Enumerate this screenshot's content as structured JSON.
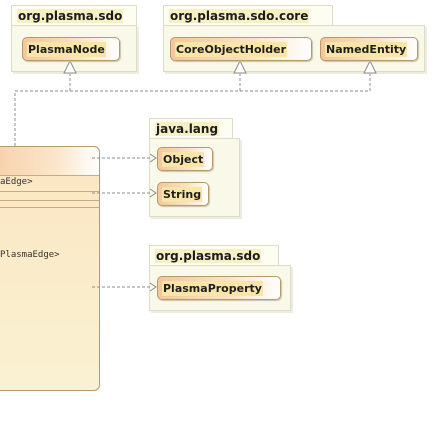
{
  "packages": {
    "pkg1": {
      "name": "org.plasma.sdo"
    },
    "pkg2": {
      "name": "org.plasma.sdo.core"
    },
    "pkg3": {
      "name": "java.lang"
    },
    "pkg4": {
      "name": "org.plasma.sdo"
    }
  },
  "classes": {
    "plasma_node": "PlasmaNode",
    "core_object_holder": "CoreObjectHolder",
    "named_entity": "NamedEntity",
    "object": "Object",
    "string": "String",
    "plasma_property": "PlasmaProperty"
  },
  "main_class": {
    "attr1": "aEdge>",
    "attr2": "PlasmaEdge>"
  }
}
